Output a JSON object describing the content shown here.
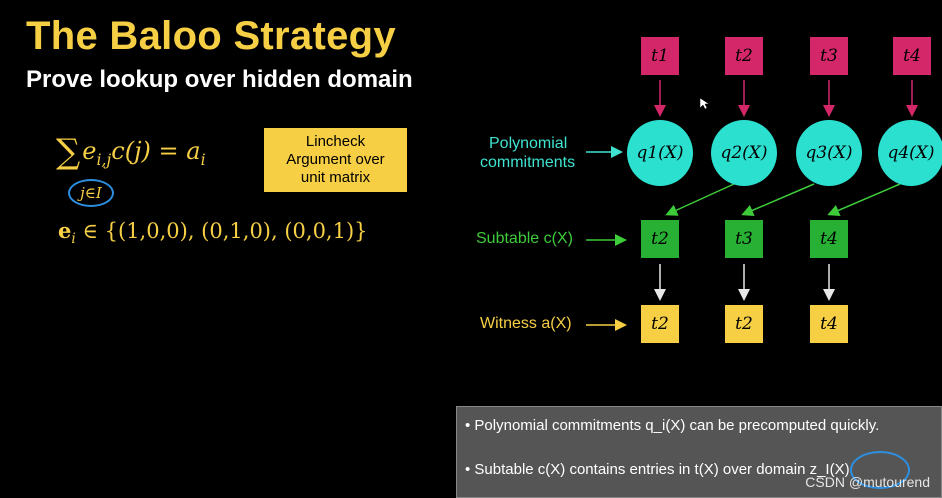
{
  "title": "The Baloo Strategy",
  "subtitle": "Prove lookup over hidden domain",
  "formula": {
    "lhs": "e",
    "lhs_sub": "i,j",
    "mid": "c(j) = a",
    "rhs_sub": "i",
    "sum_index": "j∈I",
    "ei_prefix": "e",
    "ei_sub": "i",
    "ei_rest": " ∈ {(1,0,0), (0,1,0), (0,0,1)}"
  },
  "lincheck_box": {
    "line1": "Lincheck",
    "line2": "Argument over",
    "line3": "unit matrix"
  },
  "diagram": {
    "table_boxes": [
      "t1",
      "t2",
      "t3",
      "t4"
    ],
    "commitment_label_line1": "Polynomial",
    "commitment_label_line2": "commitments",
    "commitments": [
      "q1(X)",
      "q2(X)",
      "q3(X)",
      "q4(X)"
    ],
    "subtable_label": "Subtable c(X)",
    "subtable": [
      "t2",
      "t3",
      "t4"
    ],
    "witness_label": "Witness a(X)",
    "witness": [
      "t2",
      "t2",
      "t4"
    ]
  },
  "notes": [
    "Polynomial commitments q_i(X) can be precomputed quickly.",
    "Subtable c(X) contains entries in t(X) over domain z_I(X)"
  ],
  "watermark": "CSDN @mutourend",
  "colors": {
    "title": "#f6cf45",
    "magenta": "#d4276a",
    "teal": "#2ce0d0",
    "green": "#27b033",
    "yellow": "#f6cf45"
  }
}
